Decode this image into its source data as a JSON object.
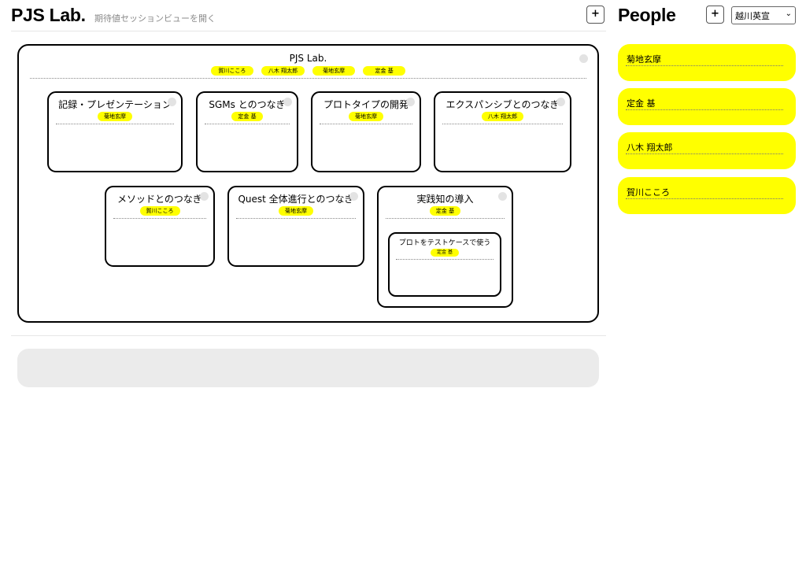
{
  "header": {
    "app_title": "PJS Lab.",
    "subtitle": "期待値セッションビューを開く",
    "add_label": "+"
  },
  "people_panel": {
    "title": "People",
    "add_label": "+",
    "selected_user": "越川英宣",
    "people": [
      "菊地玄摩",
      "定金 基",
      "八木 翔太郎",
      "賀川こころ"
    ]
  },
  "board": {
    "title": "PJS Lab.",
    "members": [
      "賀川こころ",
      "八木 翔太郎",
      "菊地玄摩",
      "定金 基"
    ],
    "cards": [
      {
        "title": "記録・プレゼンテーション",
        "member": "菊地玄摩"
      },
      {
        "title": "SGMs とのつなぎ",
        "member": "定金 基"
      },
      {
        "title": "プロトタイプの開発",
        "member": "菊地玄摩"
      },
      {
        "title": "エクスパンシブとのつなぎ",
        "member": "八木 翔太郎"
      },
      {
        "title": "メソッドとのつなぎ",
        "member": "賀川こころ"
      },
      {
        "title": "Quest 全体進行とのつなぎ",
        "member": "菊地玄摩"
      },
      {
        "title": "実践知の導入",
        "member": "定金 基",
        "subcard": {
          "title": "プロトをテストケースで使う",
          "member": "定金 基"
        }
      }
    ]
  }
}
